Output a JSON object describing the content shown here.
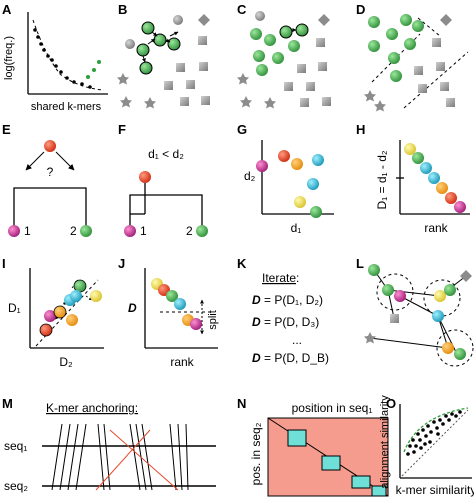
{
  "panels": {
    "A": {
      "label": "A",
      "ylabel": "log(freq.)",
      "xlabel": "shared k-mers"
    },
    "B": {
      "label": "B"
    },
    "C": {
      "label": "C"
    },
    "D": {
      "label": "D"
    },
    "E": {
      "label": "E",
      "question": "?",
      "leaf1": "1",
      "leaf2": "2"
    },
    "F": {
      "label": "F",
      "condition": "d₁ < d₂",
      "leaf1": "1",
      "leaf2": "2"
    },
    "G": {
      "label": "G",
      "ylabel": "d₂",
      "xlabel": "d₁"
    },
    "H": {
      "label": "H",
      "ylabel": "D₁ = d₁ - d₂",
      "xlabel": "rank"
    },
    "I": {
      "label": "I",
      "ylabel": "D₁",
      "xlabel": "D₂"
    },
    "J": {
      "label": "J",
      "ylabel": "D",
      "xlabel": "rank",
      "split_label": "split"
    },
    "K": {
      "label": "K",
      "title": "Iterate",
      "title_colon": ":",
      "lines": [
        {
          "lhs": "D",
          "eq": " = P(D₁, D₂)"
        },
        {
          "lhs": "D",
          "eq": " = P(D, D₃)"
        },
        {
          "lhs": "",
          "eq": "..."
        },
        {
          "lhs": "D",
          "eq": " = P(D, D_B)"
        }
      ]
    },
    "L": {
      "label": "L"
    },
    "M": {
      "label": "M",
      "title": "K-mer anchoring:",
      "seq1": "seq₁",
      "seq2": "seq₂"
    },
    "N": {
      "label": "N",
      "xlabel": "position in seq₁",
      "ylabel": "pos. in seq₂"
    },
    "O": {
      "label": "O",
      "ylabel": "alignment similarity",
      "xlabel": "k-mer similarity"
    }
  },
  "colors": {
    "green": "#3aa84a",
    "green_light": "#7fc97f",
    "gray": "#999999",
    "red": "#e8462b",
    "orange": "#f39c12",
    "yellow": "#f1e14a",
    "cyan": "#2fb5cf",
    "magenta": "#c0338f",
    "salmon": "#f59c8f",
    "aqua": "#6ee0d8"
  }
}
